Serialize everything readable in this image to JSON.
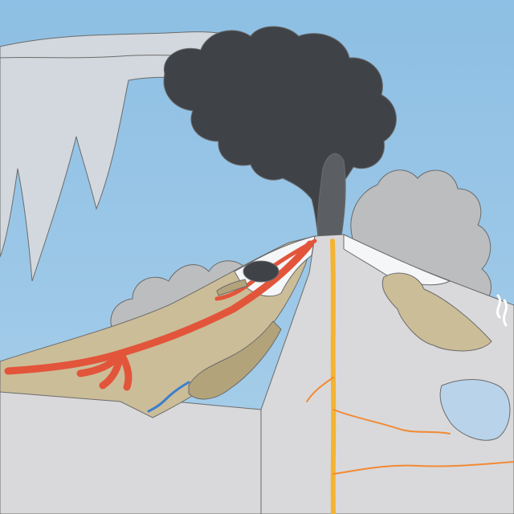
{
  "diagram": {
    "subject": "volcano-cross-section",
    "colors": {
      "sky": "#a9cfea",
      "sky_top": "#8dbfe4",
      "ash_cloud": "#3f4348",
      "ash_cloud_light": "#5b5f64",
      "steam_grey": "#bcbdbf",
      "haze": "#d3d8de",
      "snow": "#f4f6f8",
      "ground": "#cbbd98",
      "ground_dark": "#b3a37b",
      "bedrock": "#d9d9db",
      "bedrock_face": "#c7c8cb",
      "lava_red": "#e2553b",
      "lava_orange": "#f28a35",
      "conduit_yellow": "#f4b431",
      "ice_blue": "#b9d3ea",
      "water_blue": "#3b7fd0"
    },
    "parts": [
      "ash-plume",
      "eruption-column",
      "volcanic-vent",
      "lava-flow",
      "volcanic-bomb",
      "debris-flow-deposit",
      "landslide-deposit",
      "magma-conduit",
      "dikes",
      "fumarole-steam",
      "glacier-ice",
      "meltwater-stream"
    ]
  }
}
